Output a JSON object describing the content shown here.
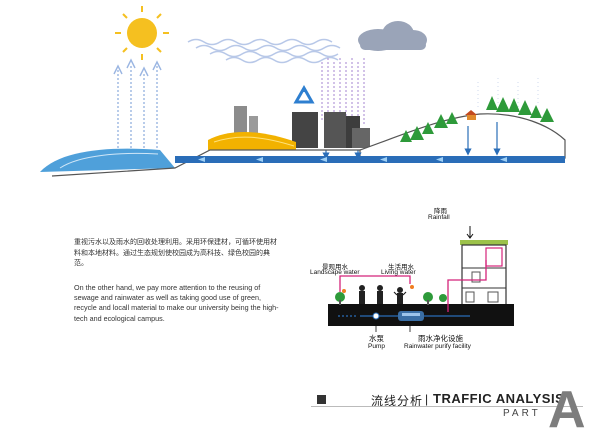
{
  "paragraph_cn": "重视污水以及雨水的回收处理利用。采用环保建材，可循环使用材料和本地材料。通过生态规划使校园成为高科技、绿色校园的典范。",
  "paragraph_en": "On the other hand, we pay more attention to the reusing of sewage and rainwater as well as taking good use of green, recycle and locall material to make our university being the high-tech and ecological campus.",
  "labels": {
    "rainfall_cn": "降雨",
    "rainfall_en": "Rainfall",
    "landscape_cn": "景观用水",
    "landscape_en": "Landscape water",
    "living_cn": "生活用水",
    "living_en": "Living water",
    "pump_cn": "水泵",
    "pump_en": "Pump",
    "purify_cn": "雨水净化设施",
    "purify_en": "Rainwater purify facility"
  },
  "title": {
    "cn": "流线分析",
    "separator": "|",
    "en": "TRAFFIC ANALYSIS",
    "part": "PART",
    "part_letter": "A"
  },
  "colors": {
    "water": "#3f8fd2",
    "sun": "#f5c020",
    "building_gray": "#555555",
    "roof_yellow": "#f2b200",
    "tree_green": "#2e9a3a",
    "pipe_magenta": "#d4237a",
    "pipe_blue": "#2a6db8"
  }
}
